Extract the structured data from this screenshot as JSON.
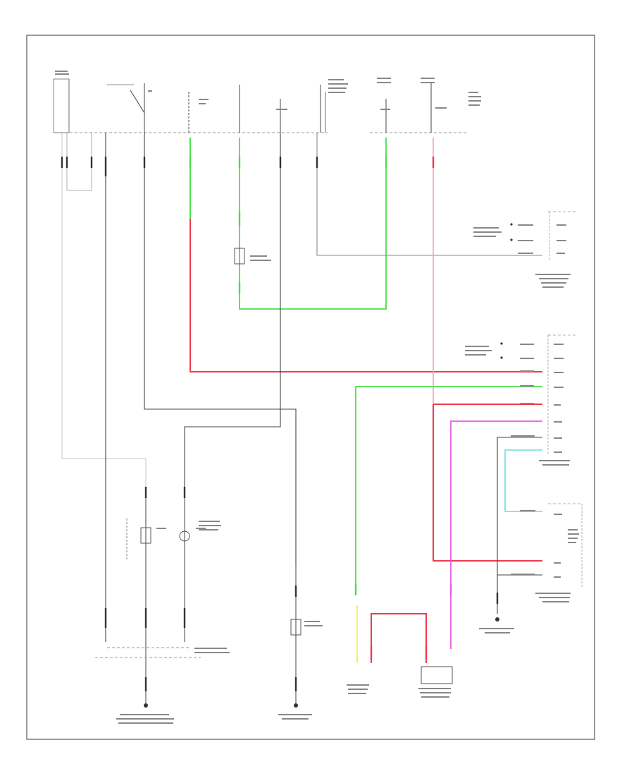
{
  "diagram": {
    "ref_code": "",
    "colors": {
      "frame": "#555555",
      "wire_black": "#444444",
      "wire_gray": "#888888",
      "wire_light": "#bbbbbb",
      "wire_green": "#4ae04a",
      "wire_red": "#ef3a50",
      "wire_pink": "#f2a6bf",
      "wire_magenta": "#e35fe6",
      "wire_cyan": "#6fdcdc",
      "wire_yellow": "#f5f06a"
    },
    "component_groups": [
      {
        "id": "top-connector",
        "label": ""
      },
      {
        "id": "engine-control-module",
        "label": ""
      },
      {
        "id": "ac-amplifier",
        "label": ""
      },
      {
        "id": "rear-defogger-relay",
        "label": ""
      },
      {
        "id": "ground-points",
        "label": ""
      }
    ]
  }
}
